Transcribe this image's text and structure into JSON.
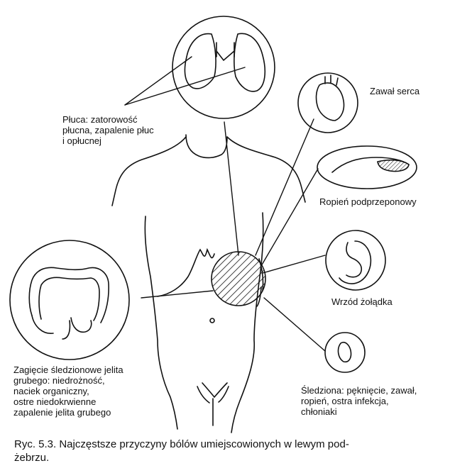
{
  "labels": {
    "lungs": [
      "Płuca: zatorowość",
      "płucna, zapalenie płuc",
      "i opłucnej"
    ],
    "heart": [
      "Zawał serca"
    ],
    "subphrenic": [
      "Ropień podprzeponowy"
    ],
    "stomach": [
      "Wrzód żołądka"
    ],
    "colon": [
      "Zagięcie śledzionowe jelita",
      "grubego: niedrożność,",
      "naciek organiczny,",
      "ostre niedokrwienne",
      "zapalenie jelita grubego"
    ],
    "spleen": [
      "Śledziona: pęknięcie, zawał,",
      "ropień, ostra infekcja,",
      "chłoniaki"
    ]
  },
  "caption": {
    "line1": "Ryc. 5.3. Najczęstsze przyczyny bólów umiejscowionych w lewym pod-",
    "line2": "żebrzu."
  }
}
